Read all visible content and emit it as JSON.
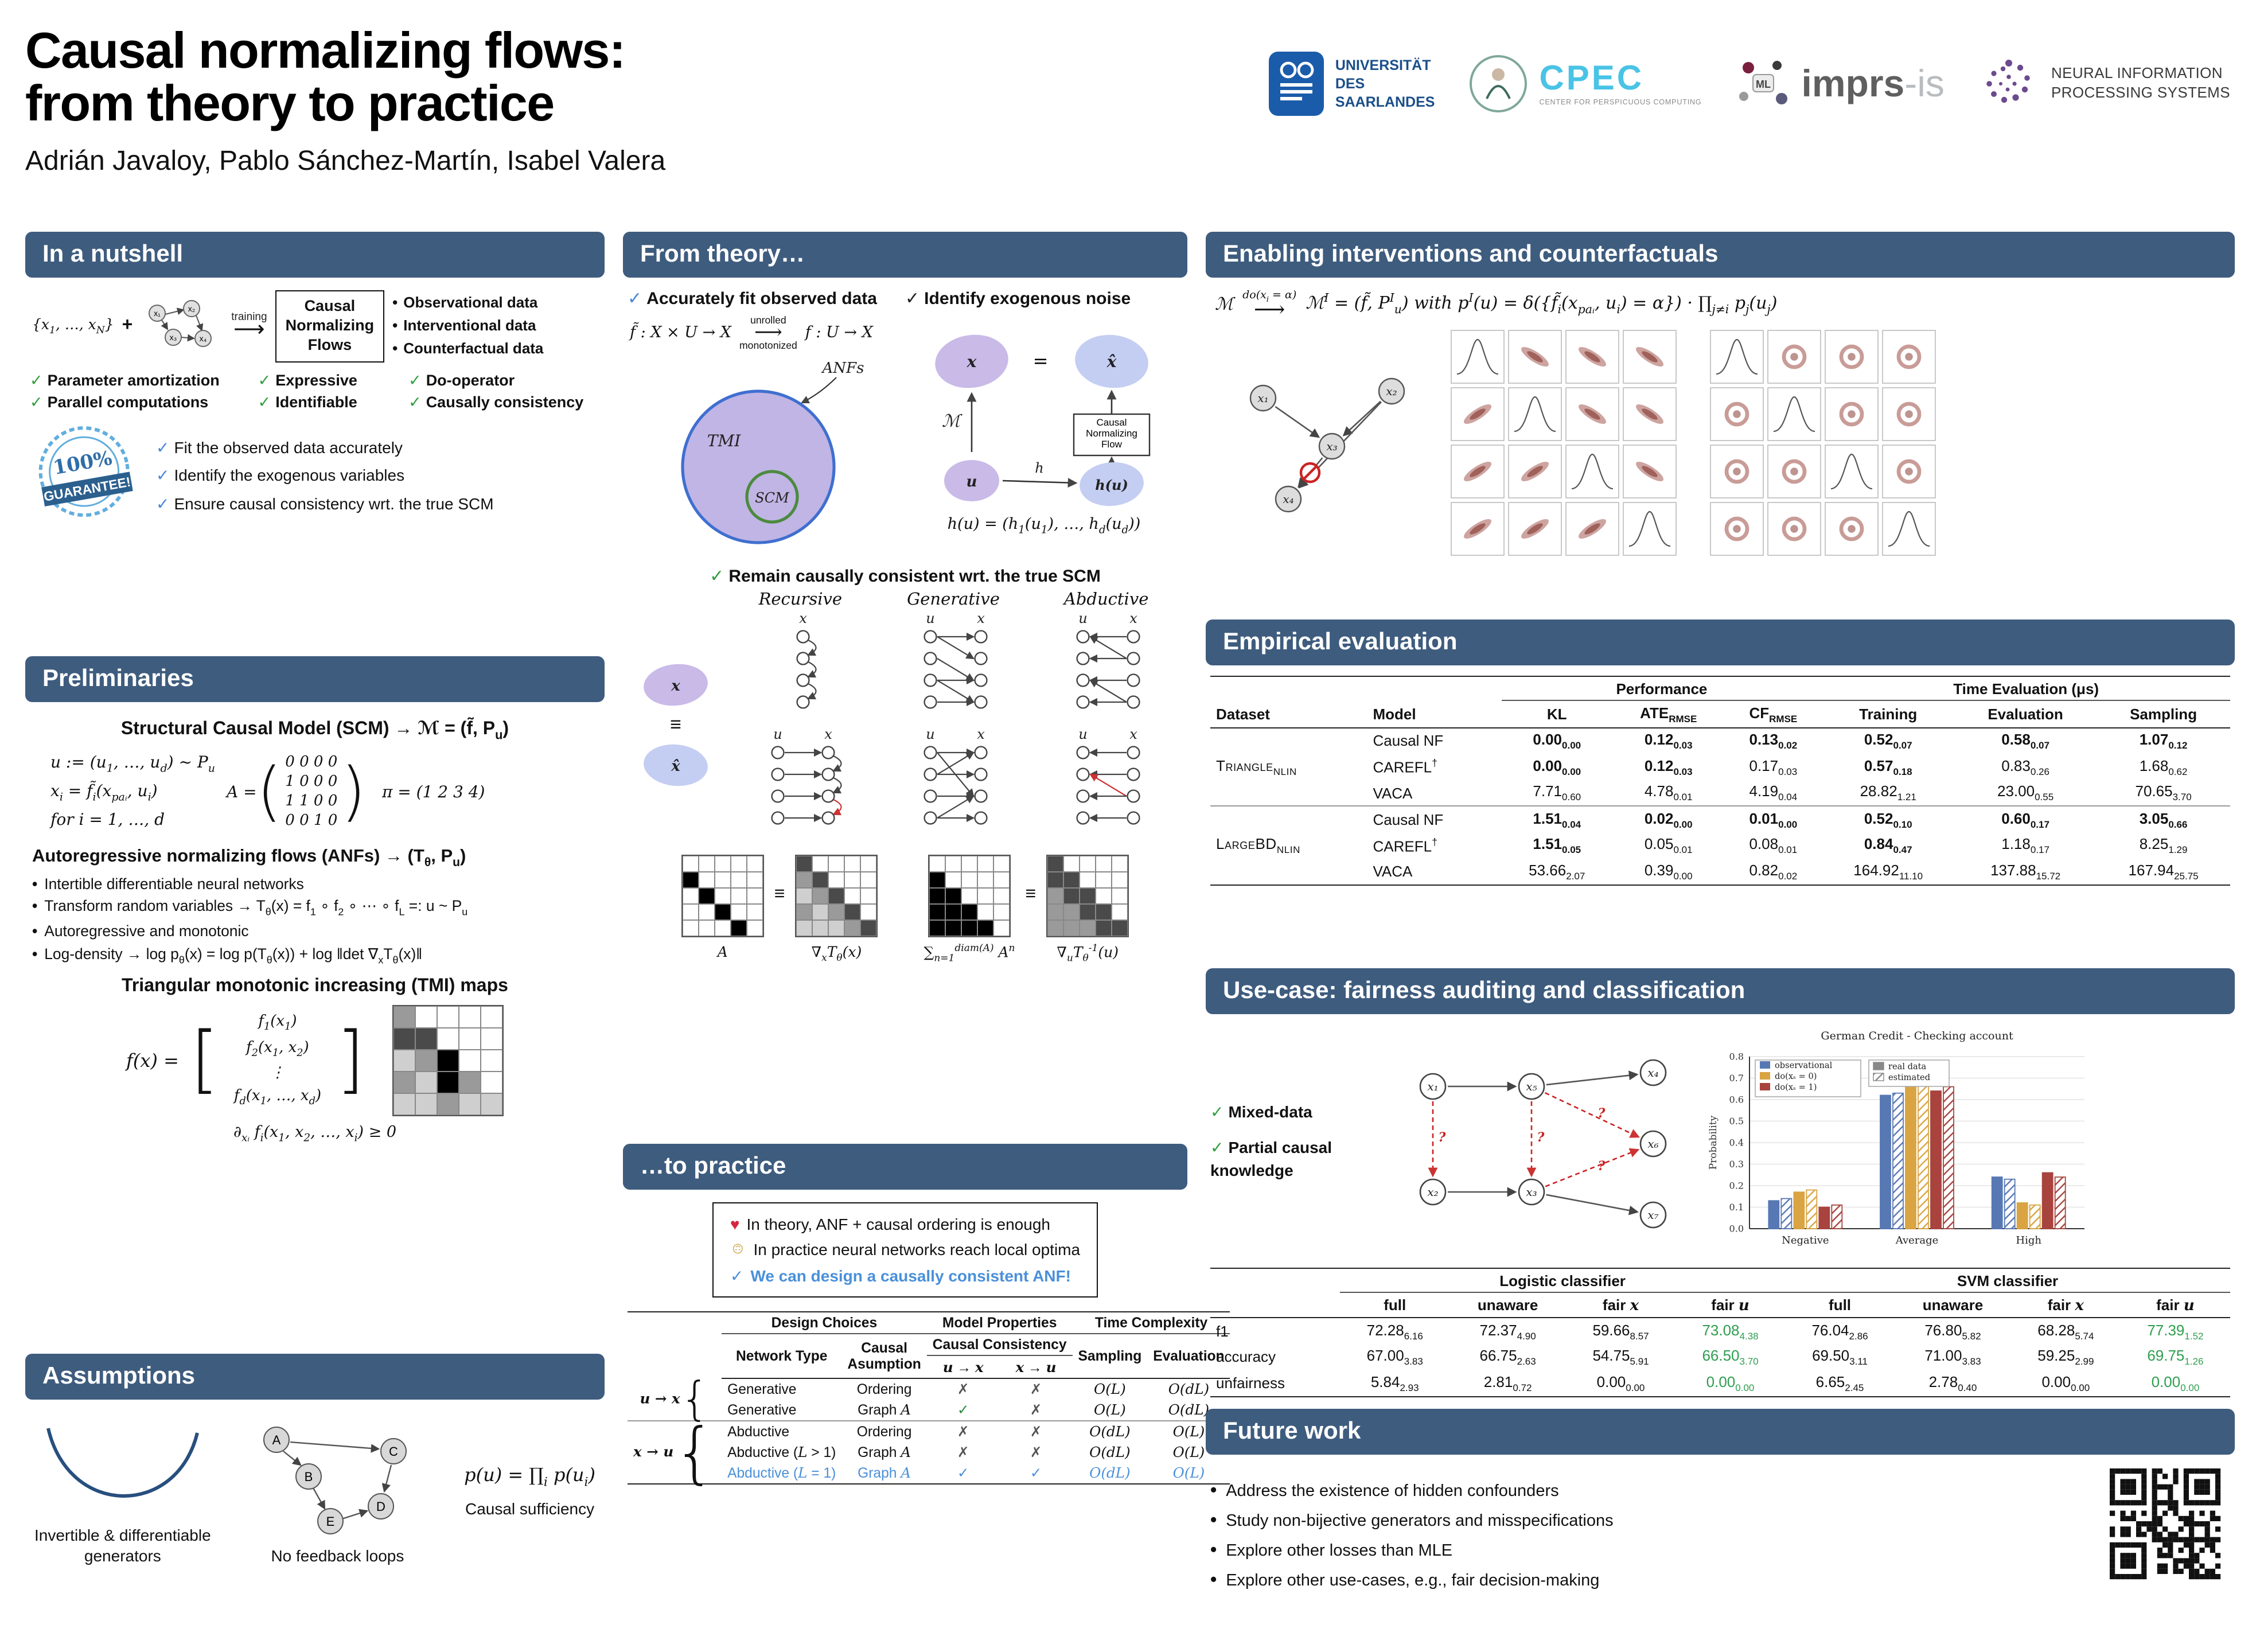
{
  "icons": {
    "check": "✓",
    "cross": "✗",
    "plus": "+",
    "equiv": "≡",
    "heart": "♥",
    "smiley": "☺",
    "question": "?",
    "arrow": "⟶"
  },
  "colors": {
    "section_bar": "#3e5c7e",
    "green": "#2f9e3d",
    "blue": "#4a86d8",
    "highlight_blue": "#4a90d9",
    "table_green": "#2e9e4f",
    "purple_blob": "#c9bae8",
    "blue_blob": "#c4cef2"
  },
  "header": {
    "title_line1": "Causal normalizing flows:",
    "title_line2": "from theory to practice",
    "authors": "Adrián Javaloy, Pablo Sánchez-Martín, Isabel Valera",
    "logos": {
      "uds": {
        "line1": "UNIVERSITÄT",
        "line2": "DES",
        "line3": "SAARLANDES"
      },
      "cpec": {
        "name": "CPEC",
        "sub": "CENTER FOR PERSPICUOUS COMPUTING"
      },
      "imprs": {
        "badge": "ML",
        "part1": "imprs",
        "part2": "-is"
      },
      "neurips": {
        "line1": "NEURAL INFORMATION",
        "line2": "PROCESSING SYSTEMS"
      }
    }
  },
  "nutshell": {
    "heading": "In a nutshell",
    "data_label": "{x_{1}, …, x_{N}}",
    "graph_nodes": [
      "x₁",
      "x₂",
      "x₃",
      "x₄"
    ],
    "training_label": "training",
    "box": [
      "Causal",
      "Normalizing",
      "Flows"
    ],
    "outputs": [
      "Observational data",
      "Interventional data",
      "Counterfactual data"
    ],
    "features": [
      [
        "Parameter amortization",
        "Expressive",
        "Do-operator"
      ],
      [
        "Parallel computations",
        "Identifiable",
        "Causally consistency"
      ]
    ],
    "badge": {
      "pct": "100%",
      "text": "GUARANTEE!"
    },
    "guarantees": [
      "Fit the observed data accurately",
      "Identify the exogenous variables",
      "Ensure causal consistency wrt. the true SCM"
    ]
  },
  "prelim": {
    "heading": "Preliminaries",
    "scm_title": "Structural Causal Model (SCM) → ℳ = (f̃, P_{u})",
    "scm_lines": [
      "u := (u_{1}, …, u_{d}) ~ P_{u}",
      "x_{i} = f̃_{i}(x_{paᵢ}, u_{i})",
      "for i = 1, …, d"
    ],
    "matrix_label": "A =",
    "matrix_rows": [
      "0 0 0 0",
      "1 0 0 0",
      "1 1 0 0",
      "0 0 1 0"
    ],
    "pi": "π = (1 2 3 4)",
    "anf_title": "Autoregressive normalizing flows (ANFs) → (T_{θ}, P_{u})",
    "anf_bullets": [
      "Intertible differentiable neural networks",
      "Transform random variables → T_{θ}(x) = f_{1} ∘ f_{2} ∘ ⋯ ∘ f_{L} =: u ~ P_{u}",
      "Autoregressive and monotonic",
      "Log-density → log p_{θ}(x) = log p(T_{θ}(x)) + log ‖det ∇_{x}T_{θ}(x)‖"
    ],
    "tmi_title": "Triangular monotonic increasing (TMI) maps",
    "f_label": "f(x) =",
    "f_rows": [
      "f_{1}(x_{1})",
      "f_{2}(x_{1}, x_{2})",
      "⋮",
      "f_{d}(x_{1}, …, x_{d})"
    ],
    "tmi_grid": [
      "20000",
      "33000",
      "12400",
      "21420",
      "11211"
    ],
    "tmi_note": "∂_{xᵢ} f_{i}(x_{1}, x_{2}, …, x_{i}) ≥ 0"
  },
  "assumptions": {
    "heading": "Assumptions",
    "items": [
      {
        "caption1": "Invertible & differentiable",
        "caption2": "generators"
      },
      {
        "caption1": "No feedback loops",
        "nodes": [
          "A",
          "B",
          "C",
          "D",
          "E"
        ]
      },
      {
        "formula": "p(u) = ∏_{i} p(u_{i})",
        "caption1": "Causal sufficiency"
      }
    ]
  },
  "theory": {
    "heading": "From theory…",
    "fit": {
      "title": "Accurately fit observed data",
      "map1": "f̃ : X × U → X",
      "arrow_top": "unrolled",
      "arrow_bottom": "monotonized",
      "map2": "f : U → X",
      "venn_outer": "TMI",
      "venn_inner": "SCM",
      "venn_arrow": "ANFs"
    },
    "noise": {
      "title": "Identify exogenous noise",
      "x": "x",
      "xhat": "x̂",
      "eq": "=",
      "M": "ℳ",
      "flow_box": [
        "Causal",
        "Normalizing",
        "Flow"
      ],
      "u": "u",
      "h": "h",
      "hu": "h(u)",
      "formula": "h(u) = (h_{1}(u_{1}), …, h_{d}(u_{d}))"
    },
    "consistent": {
      "title": "Remain causally consistent wrt. the true SCM",
      "cols": [
        "Recursive",
        "Generative",
        "Abductive"
      ],
      "x": "x",
      "xhat": "x̂",
      "u_label": "u",
      "x_label": "x",
      "grids": [
        {
          "label": "A",
          "pattern": [
            "00000",
            "40000",
            "04000",
            "00400",
            "00040"
          ]
        },
        {
          "label": "∇_{x}T_{θ}(x)",
          "pattern": [
            "30000",
            "23000",
            "12300",
            "21230",
            "11123"
          ]
        },
        {
          "label": "∑_{n=1}^{diam(A)} A^{n}",
          "pattern": [
            "00000",
            "40000",
            "44000",
            "44400",
            "44440"
          ]
        },
        {
          "label": "∇_{u}T_{θ}^{-1}(u)",
          "pattern": [
            "30000",
            "33000",
            "23300",
            "22330",
            "22233"
          ]
        }
      ]
    }
  },
  "practice": {
    "heading": "…to practice",
    "callout": [
      {
        "icon": "♥",
        "text": "In theory, ANF + causal ordering is enough"
      },
      {
        "icon": "☺",
        "text": "In practice neural networks reach local optima"
      },
      {
        "icon": "✓",
        "text": "We can design a causally consistent ANF!"
      }
    ],
    "table": {
      "group_headers": [
        "Design Choices",
        "Model Properties",
        "Time Complexity"
      ],
      "network_type": "Network Type",
      "assumption": "Causal Asumption",
      "consistency": "Causal Consistency",
      "cons_sub": [
        "*{u} → *{x}",
        "*{x} → *{u}"
      ],
      "sampling": "Sampling",
      "evaluation": "Evaluation",
      "groups": [
        {
          "label": "*{u} → *{x}",
          "rows": [
            {
              "cells": [
                "Generative",
                "Ordering",
                "✗",
                "✗",
                "O(L)",
                "O(dL)"
              ],
              "highlight": false
            },
            {
              "cells": [
                "Generative",
                "Graph *{A}",
                "✓",
                "✗",
                "O(L)",
                "O(dL)"
              ],
              "highlight": false
            }
          ]
        },
        {
          "label": "*{x} → *{u}",
          "rows": [
            {
              "cells": [
                "Abductive",
                "Ordering",
                "✗",
                "✗",
                "O(dL)",
                "O(L)"
              ],
              "highlight": false
            },
            {
              "cells": [
                "Abductive (*{L} > 1)",
                "Graph *{A}",
                "✗",
                "✗",
                "O(dL)",
                "O(L)"
              ],
              "highlight": false
            },
            {
              "cells": [
                "Abductive (*{L} = 1)",
                "Graph *{A}",
                "✓",
                "✓",
                "O(dL)",
                "O(L)"
              ],
              "highlight": true
            }
          ]
        }
      ]
    }
  },
  "interventions": {
    "heading": "Enabling interventions and counterfactuals",
    "m": "ℳ",
    "arrow_label": "do(x_{i} = α)",
    "rest": "ℳ^{I} = (f̃, P^{I}_{u})  with  p^{I}(u) = δ({f̃_{i}(x_{paᵢ}, u_{i}) = α}) · ∏_{j≠i} p_{j}(u_{j})",
    "graph_nodes": [
      "x₁",
      "x₂",
      "x₃",
      "x₄"
    ]
  },
  "empirical": {
    "heading": "Empirical evaluation",
    "perf_header": "Performance",
    "time_header": "Time Evaluation (μs)",
    "col_headers": [
      "Dataset",
      "Model",
      "KL",
      "ATE_{RMSE}",
      "CF_{RMSE}",
      "Training",
      "Evaluation",
      "Sampling"
    ],
    "groups": [
      {
        "dataset": "Triangle",
        "dataset_sub": "NLIN",
        "rows": [
          {
            "model": "Causal NF",
            "values": [
              [
                "0.00",
                "0.00",
                true
              ],
              [
                "0.12",
                "0.03",
                true
              ],
              [
                "0.13",
                "0.02",
                true
              ],
              [
                "0.52",
                "0.07",
                true
              ],
              [
                "0.58",
                "0.07",
                true
              ],
              [
                "1.07",
                "0.12",
                true
              ]
            ]
          },
          {
            "model": "CAREFL^{†}",
            "values": [
              [
                "0.00",
                "0.00",
                true
              ],
              [
                "0.12",
                "0.03",
                true
              ],
              [
                "0.17",
                "0.03",
                false
              ],
              [
                "0.57",
                "0.18",
                true
              ],
              [
                "0.83",
                "0.26",
                false
              ],
              [
                "1.68",
                "0.62",
                false
              ]
            ]
          },
          {
            "model": "VACA",
            "values": [
              [
                "7.71",
                "0.60",
                false
              ],
              [
                "4.78",
                "0.01",
                false
              ],
              [
                "4.19",
                "0.04",
                false
              ],
              [
                "28.82",
                "1.21",
                false
              ],
              [
                "23.00",
                "0.55",
                false
              ],
              [
                "70.65",
                "3.70",
                false
              ]
            ]
          }
        ]
      },
      {
        "dataset": "LargeBD",
        "dataset_sub": "NLIN",
        "rows": [
          {
            "model": "Causal NF",
            "values": [
              [
                "1.51",
                "0.04",
                true
              ],
              [
                "0.02",
                "0.00",
                true
              ],
              [
                "0.01",
                "0.00",
                true
              ],
              [
                "0.52",
                "0.10",
                true
              ],
              [
                "0.60",
                "0.17",
                true
              ],
              [
                "3.05",
                "0.66",
                true
              ]
            ]
          },
          {
            "model": "CAREFL^{†}",
            "values": [
              [
                "1.51",
                "0.05",
                true
              ],
              [
                "0.05",
                "0.01",
                false
              ],
              [
                "0.08",
                "0.01",
                false
              ],
              [
                "0.84",
                "0.47",
                true
              ],
              [
                "1.18",
                "0.17",
                false
              ],
              [
                "8.25",
                "1.29",
                false
              ]
            ]
          },
          {
            "model": "VACA",
            "values": [
              [
                "53.66",
                "2.07",
                false
              ],
              [
                "0.39",
                "0.00",
                false
              ],
              [
                "0.82",
                "0.02",
                false
              ],
              [
                "164.92",
                "11.10",
                false
              ],
              [
                "137.88",
                "15.72",
                false
              ],
              [
                "167.94",
                "25.75",
                false
              ]
            ]
          }
        ]
      }
    ]
  },
  "usecase": {
    "heading": "Use-case: fairness auditing and classification",
    "checks": [
      "Mixed-data",
      "Partial causal knowledge"
    ],
    "graph_nodes": [
      "x₁",
      "x₂",
      "x₃",
      "x₄",
      "x₅",
      "x₆",
      "x₇"
    ],
    "table": {
      "group_headers": [
        "Logistic classifier",
        "SVM classifier"
      ],
      "col_headers": [
        "full",
        "unaware",
        "fair *{x}",
        "fair *{u}"
      ],
      "rows": [
        {
          "label": "f1",
          "values": [
            [
              "72.28",
              "6.16"
            ],
            [
              "72.37",
              "4.90"
            ],
            [
              "59.66",
              "8.57"
            ],
            [
              "73.08",
              "4.38"
            ],
            [
              "76.04",
              "2.86"
            ],
            [
              "76.80",
              "5.82"
            ],
            [
              "68.28",
              "5.74"
            ],
            [
              "77.39",
              "1.52"
            ]
          ]
        },
        {
          "label": "accuracy",
          "values": [
            [
              "67.00",
              "3.83"
            ],
            [
              "66.75",
              "2.63"
            ],
            [
              "54.75",
              "5.91"
            ],
            [
              "66.50",
              "3.70"
            ],
            [
              "69.50",
              "3.11"
            ],
            [
              "71.00",
              "3.83"
            ],
            [
              "59.25",
              "2.99"
            ],
            [
              "69.75",
              "1.26"
            ]
          ]
        },
        {
          "label": "unfairness",
          "values": [
            [
              "5.84",
              "2.93"
            ],
            [
              "2.81",
              "0.72"
            ],
            [
              "0.00",
              "0.00"
            ],
            [
              "0.00",
              "0.00"
            ],
            [
              "6.65",
              "2.45"
            ],
            [
              "2.78",
              "0.40"
            ],
            [
              "0.00",
              "0.00"
            ],
            [
              "0.00",
              "0.00"
            ]
          ]
        }
      ],
      "green_cols": [
        3,
        7
      ]
    }
  },
  "chart_data": {
    "type": "bar",
    "title": "German Credit - Checking account",
    "ylabel": "Probability",
    "ylim": [
      0,
      0.8
    ],
    "yticks": [
      0.0,
      0.1,
      0.2,
      0.3,
      0.4,
      0.5,
      0.6,
      0.7,
      0.8
    ],
    "categories": [
      "Negative",
      "Average",
      "High"
    ],
    "series": [
      {
        "name": "observational",
        "style": "real",
        "color": "#5878b4",
        "values": [
          0.13,
          0.62,
          0.24
        ]
      },
      {
        "name": "observational",
        "style": "estimated",
        "color": "#5878b4",
        "values": [
          0.14,
          0.63,
          0.23
        ]
      },
      {
        "name": "do(xₛ = 0)",
        "style": "real",
        "color": "#d9a441",
        "values": [
          0.17,
          0.71,
          0.12
        ]
      },
      {
        "name": "do(xₛ = 0)",
        "style": "estimated",
        "color": "#d9a441",
        "values": [
          0.18,
          0.73,
          0.11
        ]
      },
      {
        "name": "do(xₛ = 1)",
        "style": "real",
        "color": "#a8433e",
        "values": [
          0.1,
          0.64,
          0.26
        ]
      },
      {
        "name": "do(xₛ = 1)",
        "style": "estimated",
        "color": "#a8433e",
        "values": [
          0.11,
          0.66,
          0.24
        ]
      }
    ],
    "legend_colors": [
      "observational",
      "do(xₛ = 0)",
      "do(xₛ = 1)"
    ],
    "legend_styles": [
      "real data",
      "estimated"
    ],
    "legend_position": "top",
    "grid": true
  },
  "future": {
    "heading": "Future work",
    "bullets": [
      "Address the existence of hidden confounders",
      "Study non-bijective generators and misspecifications",
      "Explore other losses than MLE",
      "Explore other use-cases, e.g., fair decision-making"
    ]
  }
}
